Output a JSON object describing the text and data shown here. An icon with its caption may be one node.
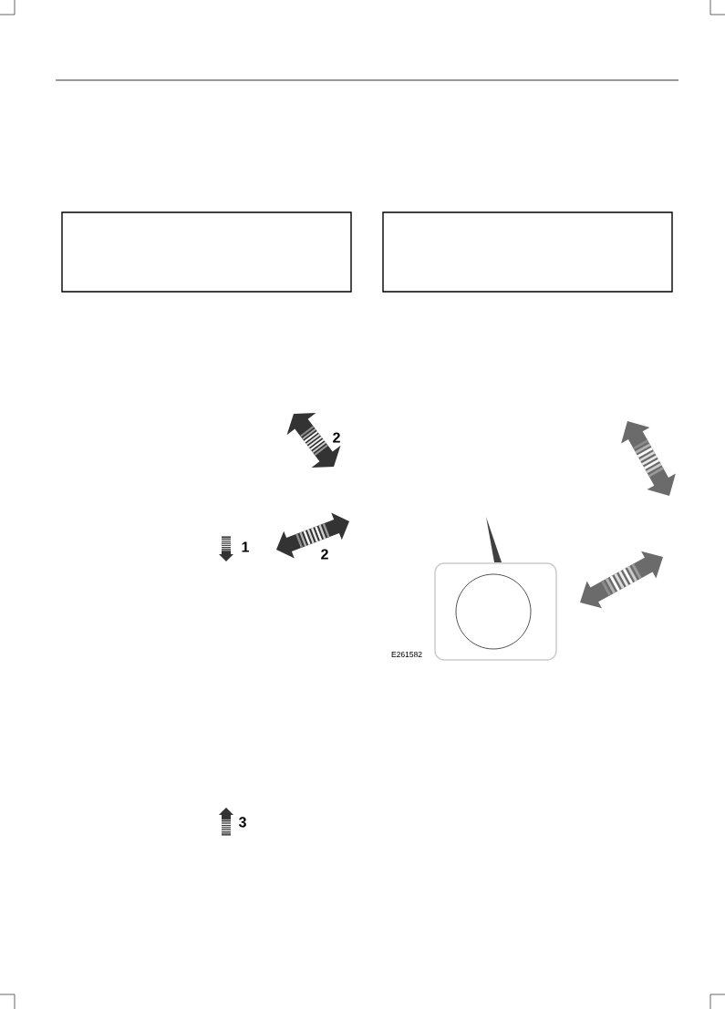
{
  "diagram": {
    "nodes": [
      {
        "text": [],
        "shape": "box"
      },
      {
        "text": [],
        "shape": "box"
      }
    ],
    "labels": [
      "2",
      "1",
      "2",
      "3",
      "E261582"
    ]
  }
}
